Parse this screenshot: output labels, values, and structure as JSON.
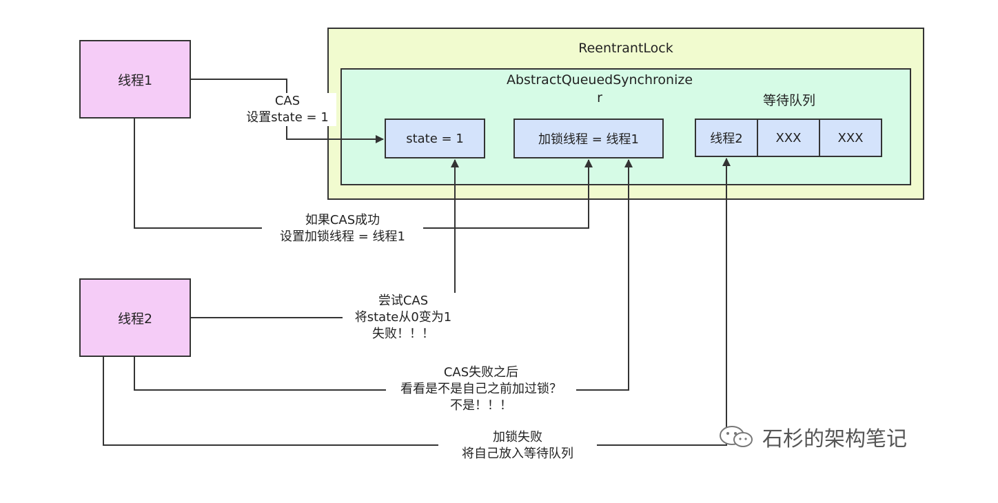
{
  "reentrant_lock": {
    "title": "ReentrantLock",
    "aqs": {
      "title_line1": "AbstractQueuedSynchronize",
      "title_line2": "r",
      "state": "state = 1",
      "owner": "加锁线程 = 线程1",
      "queue_title": "等待队列",
      "queue": [
        "线程2",
        "XXX",
        "XXX"
      ]
    }
  },
  "threads": {
    "thread1": "线程1",
    "thread2": "线程2"
  },
  "edges": {
    "t1_cas": [
      "CAS",
      "设置state = 1"
    ],
    "t1_success": [
      "如果CAS成功",
      "设置加锁线程 = 线程1"
    ],
    "t2_try": [
      "尝试CAS",
      "将state从0变为1",
      "失败！！！"
    ],
    "t2_check": [
      "CAS失败之后",
      "看看是不是自己之前加过锁？",
      "不是！！！"
    ],
    "t2_enqueue": [
      "加锁失败",
      "将自己放入等待队列"
    ]
  },
  "watermark": "石杉的架构笔记"
}
